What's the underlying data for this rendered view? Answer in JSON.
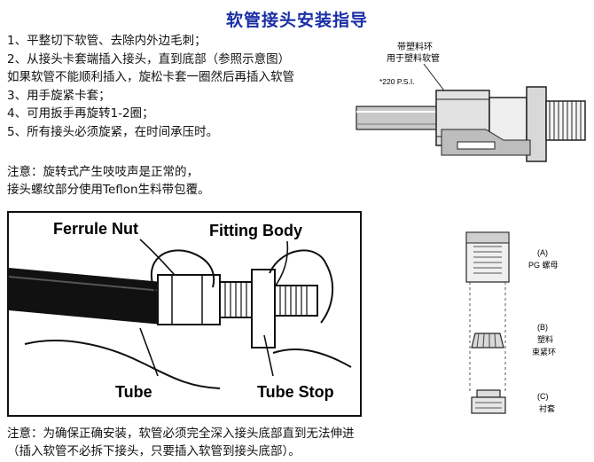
{
  "title": "软管接头安装指导",
  "steps": [
    "1、平整切下软管、去除内外边毛刺；",
    "2、从接头卡套端插入接头，直到底部（参照示意图）",
    "如果软管不能顺利插入，旋松卡套一圈然后再插入软管",
    "3、用手旋紧卡套；",
    "4、可用扳手再旋转1-2圈；",
    "5、所有接头必须旋紧，在时间承压时。"
  ],
  "note_top": [
    "注意：旋转式产生吱吱声是正常的，",
    "接头螺纹部分使用Teflon生料带包覆。"
  ],
  "note_bottom": [
    "注意：为确保正确安装，软管必须完全深入接头底部直到无法伸进",
    "（插入软管不必拆下接头，只要插入软管到接头底部）。"
  ],
  "fig_top": {
    "label1": "带塑料环",
    "label2": "用于塑料软管",
    "label3": "*220 P.S.I."
  },
  "fig_main": {
    "ferrule_nut": "Ferrule Nut",
    "fitting_body": "Fitting Body",
    "tube": "Tube",
    "tube_stop": "Tube Stop"
  },
  "fig_exploded": {
    "a_letter": "(A)",
    "a_label": "PG 螺母",
    "b_letter": "(B)",
    "b_label1": "塑料",
    "b_label2": "束紧环",
    "c_letter": "(C)",
    "c_label": "衬套"
  }
}
